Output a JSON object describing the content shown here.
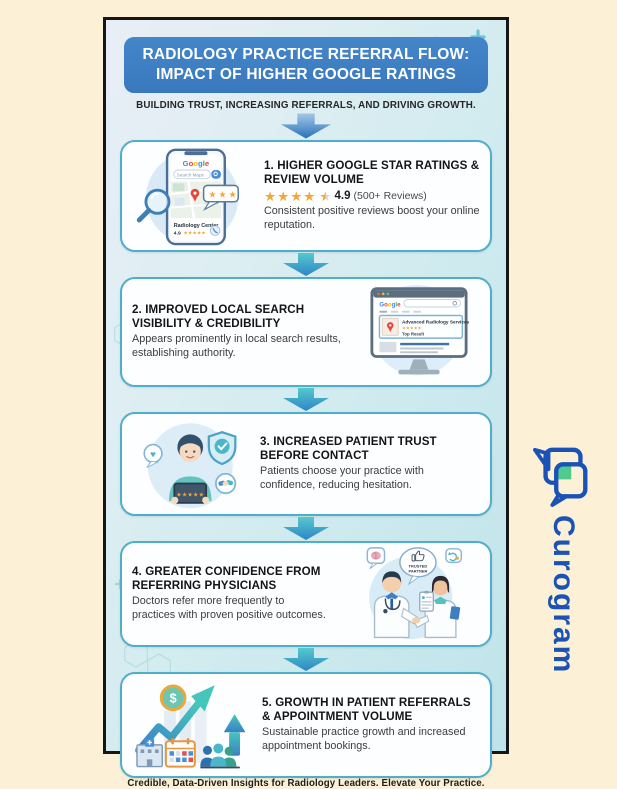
{
  "poster": {
    "title_line1": "RADIOLOGY PRACTICE REFERRAL FLOW:",
    "title_line2": "IMPACT OF HIGHER GOOGLE RATINGS",
    "subtitle": "BUILDING TRUST, INCREASING REFERRALS, AND DRIVING GROWTH.",
    "footer": "Credible, Data-Driven Insights for Radiology Leaders. Elevate Your Practice."
  },
  "steps": [
    {
      "title": "1. HIGHER GOOGLE STAR RATINGS & REVIEW VOLUME",
      "rating_score": "4.9",
      "rating_count": "(500+ Reviews)",
      "body": "Consistent positive reviews boost your online reputation."
    },
    {
      "title": "2. IMPROVED LOCAL SEARCH VISIBILITY & CREDIBILITY",
      "body": "Appears prominently in local search results, establishing authority."
    },
    {
      "title": "3. INCREASED PATIENT TRUST BEFORE CONTACT",
      "body": "Patients choose your practice with confidence, reducing hesitation."
    },
    {
      "title": "4. GREATER CONFIDENCE FROM REFERRING PHYSICIANS",
      "body": "Doctors refer more frequently to practices with proven positive outcomes."
    },
    {
      "title": "5. GROWTH IN PATIENT REFERRALS & APPOINTMENT VOLUME",
      "body": "Sustainable practice growth and increased appointment bookings."
    }
  ],
  "illustrations": {
    "google_colors": [
      "#4285F4",
      "#EA4335",
      "#FBBC05",
      "#4285F4",
      "#34A853",
      "#EA4335"
    ],
    "phone": {
      "brand": "Google",
      "search": "Search Maps",
      "listing": "Radiology Center",
      "rating": "4.9"
    },
    "desktop": {
      "brand": "Google",
      "result_title": "Advanced Radiology Services",
      "result_badge": "Top Result"
    },
    "physicians": {
      "badge_line1": "TRUSTED",
      "badge_line2": "PARTNER"
    },
    "growth": {
      "coin": "$"
    }
  },
  "glyphs": {
    "star": "★",
    "stars3": "★★★",
    "stars4": "★★★★",
    "stars5": "★★★★★",
    "heart": "♥"
  },
  "brand": {
    "name": "Curogram"
  },
  "palette": {
    "page_background": "#fcf0d6",
    "header_blue": "#3d7fc4",
    "card_border_teal": "#4faec9",
    "star_gold": "#f2a73b",
    "brand_blue": "#1a52b5",
    "brand_green": "#4ecb8d"
  }
}
